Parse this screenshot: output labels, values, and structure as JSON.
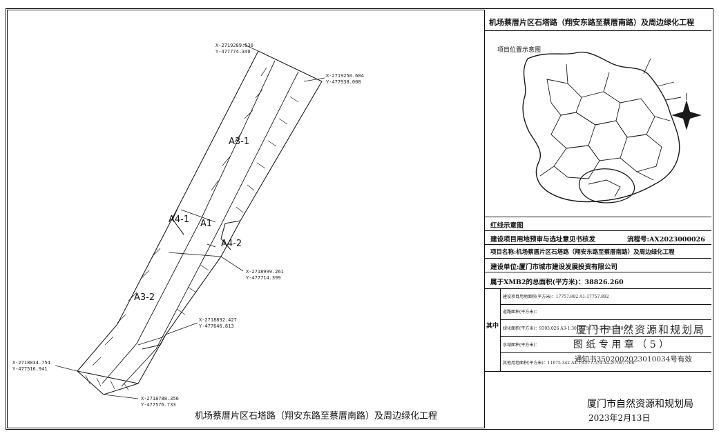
{
  "drawing": {
    "caption": "机场蔡厝片区石塔路（翔安东路至蔡厝南路）及周边绿化工程",
    "zones": [
      "A3-1",
      "A1",
      "A4-1",
      "A4-2",
      "A3-2"
    ],
    "coordinates": [
      {
        "x": "X-2719289.536",
        "y": "Y-477774.340"
      },
      {
        "x": "X-2719250.604",
        "y": "Y-477938.008"
      },
      {
        "x": "X-2718999.261",
        "y": "Y-477714.399"
      },
      {
        "x": "X-2718892.427",
        "y": "Y-477646.813"
      },
      {
        "x": "X-2718834.754",
        "y": "Y-477516.941"
      },
      {
        "x": "X-2718788.356",
        "y": "Y-477576.733"
      }
    ]
  },
  "panel": {
    "title": "机场蔡厝片区石塔路（翔安东路至蔡厝南路）及周边绿化工程",
    "location_label": "项目位置示意图",
    "redline_label": "红线示意图",
    "row1_label": "建设项目用地预审与选址意见书核发",
    "row1_flow": "流程号:AX2023000026",
    "row2": "项目名称:机场蔡厝片区石塔路（翔安东路至蔡厝南路）及周边绿化工程",
    "row3": "建设单位:厦门市城市建设发展投资有限公司",
    "row4": "属于XMB2的总面积(平方米)：38826.260",
    "sub_label": "其中",
    "sub_rows": [
      "建设项目用地面积(平方米)：17757.892 A1:17757.892",
      "道路面积(平方米)：",
      "绿化面积(平方米)：9303.026 A3-1:3019.158 A3-2:6283.868",
      "水域面积(平方米)：",
      "其他用地面积(平方米)：11675.342 A4-1:4577.574 A4-2:7097.768"
    ],
    "stamp": {
      "line1": "厦门市自然资源和规划局",
      "line2": "图 纸 专 用 章 （ 5 ）",
      "line3": "通知书3502002023010034号有效"
    },
    "authority": "厦门市自然资源和规划局",
    "date": "2023年2月13日"
  }
}
